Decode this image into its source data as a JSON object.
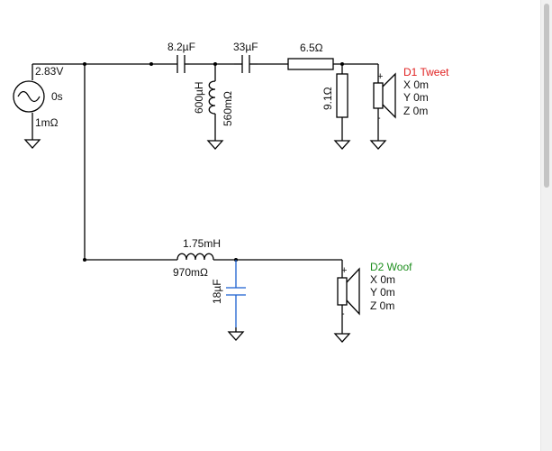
{
  "source": {
    "voltage": "2.83V",
    "phase": "0s",
    "resistance": "1mΩ"
  },
  "tweeter_branch": {
    "c1": "8.2µF",
    "l1_inductance": "600µH",
    "l1_resistance": "560mΩ",
    "c2": "33µF",
    "r_series": "6.5Ω",
    "r_shunt": "9.1Ω",
    "driver": {
      "name": "D1 Tweet",
      "x": "X 0m",
      "y": "Y 0m",
      "z": "Z 0m",
      "plus": "+",
      "minus": "-",
      "color": "#e02020"
    }
  },
  "woofer_branch": {
    "l_inductance": "1.75mH",
    "l_resistance": "970mΩ",
    "c": "18µF",
    "driver": {
      "name": "D2 Woof",
      "x": "X 0m",
      "y": "Y 0m",
      "z": "Z 0m",
      "plus": "+",
      "minus": "-",
      "color": "#1e8f1e"
    }
  },
  "colors": {
    "wire": "#000000",
    "highlight_capacitor": "#1a5fd0"
  }
}
